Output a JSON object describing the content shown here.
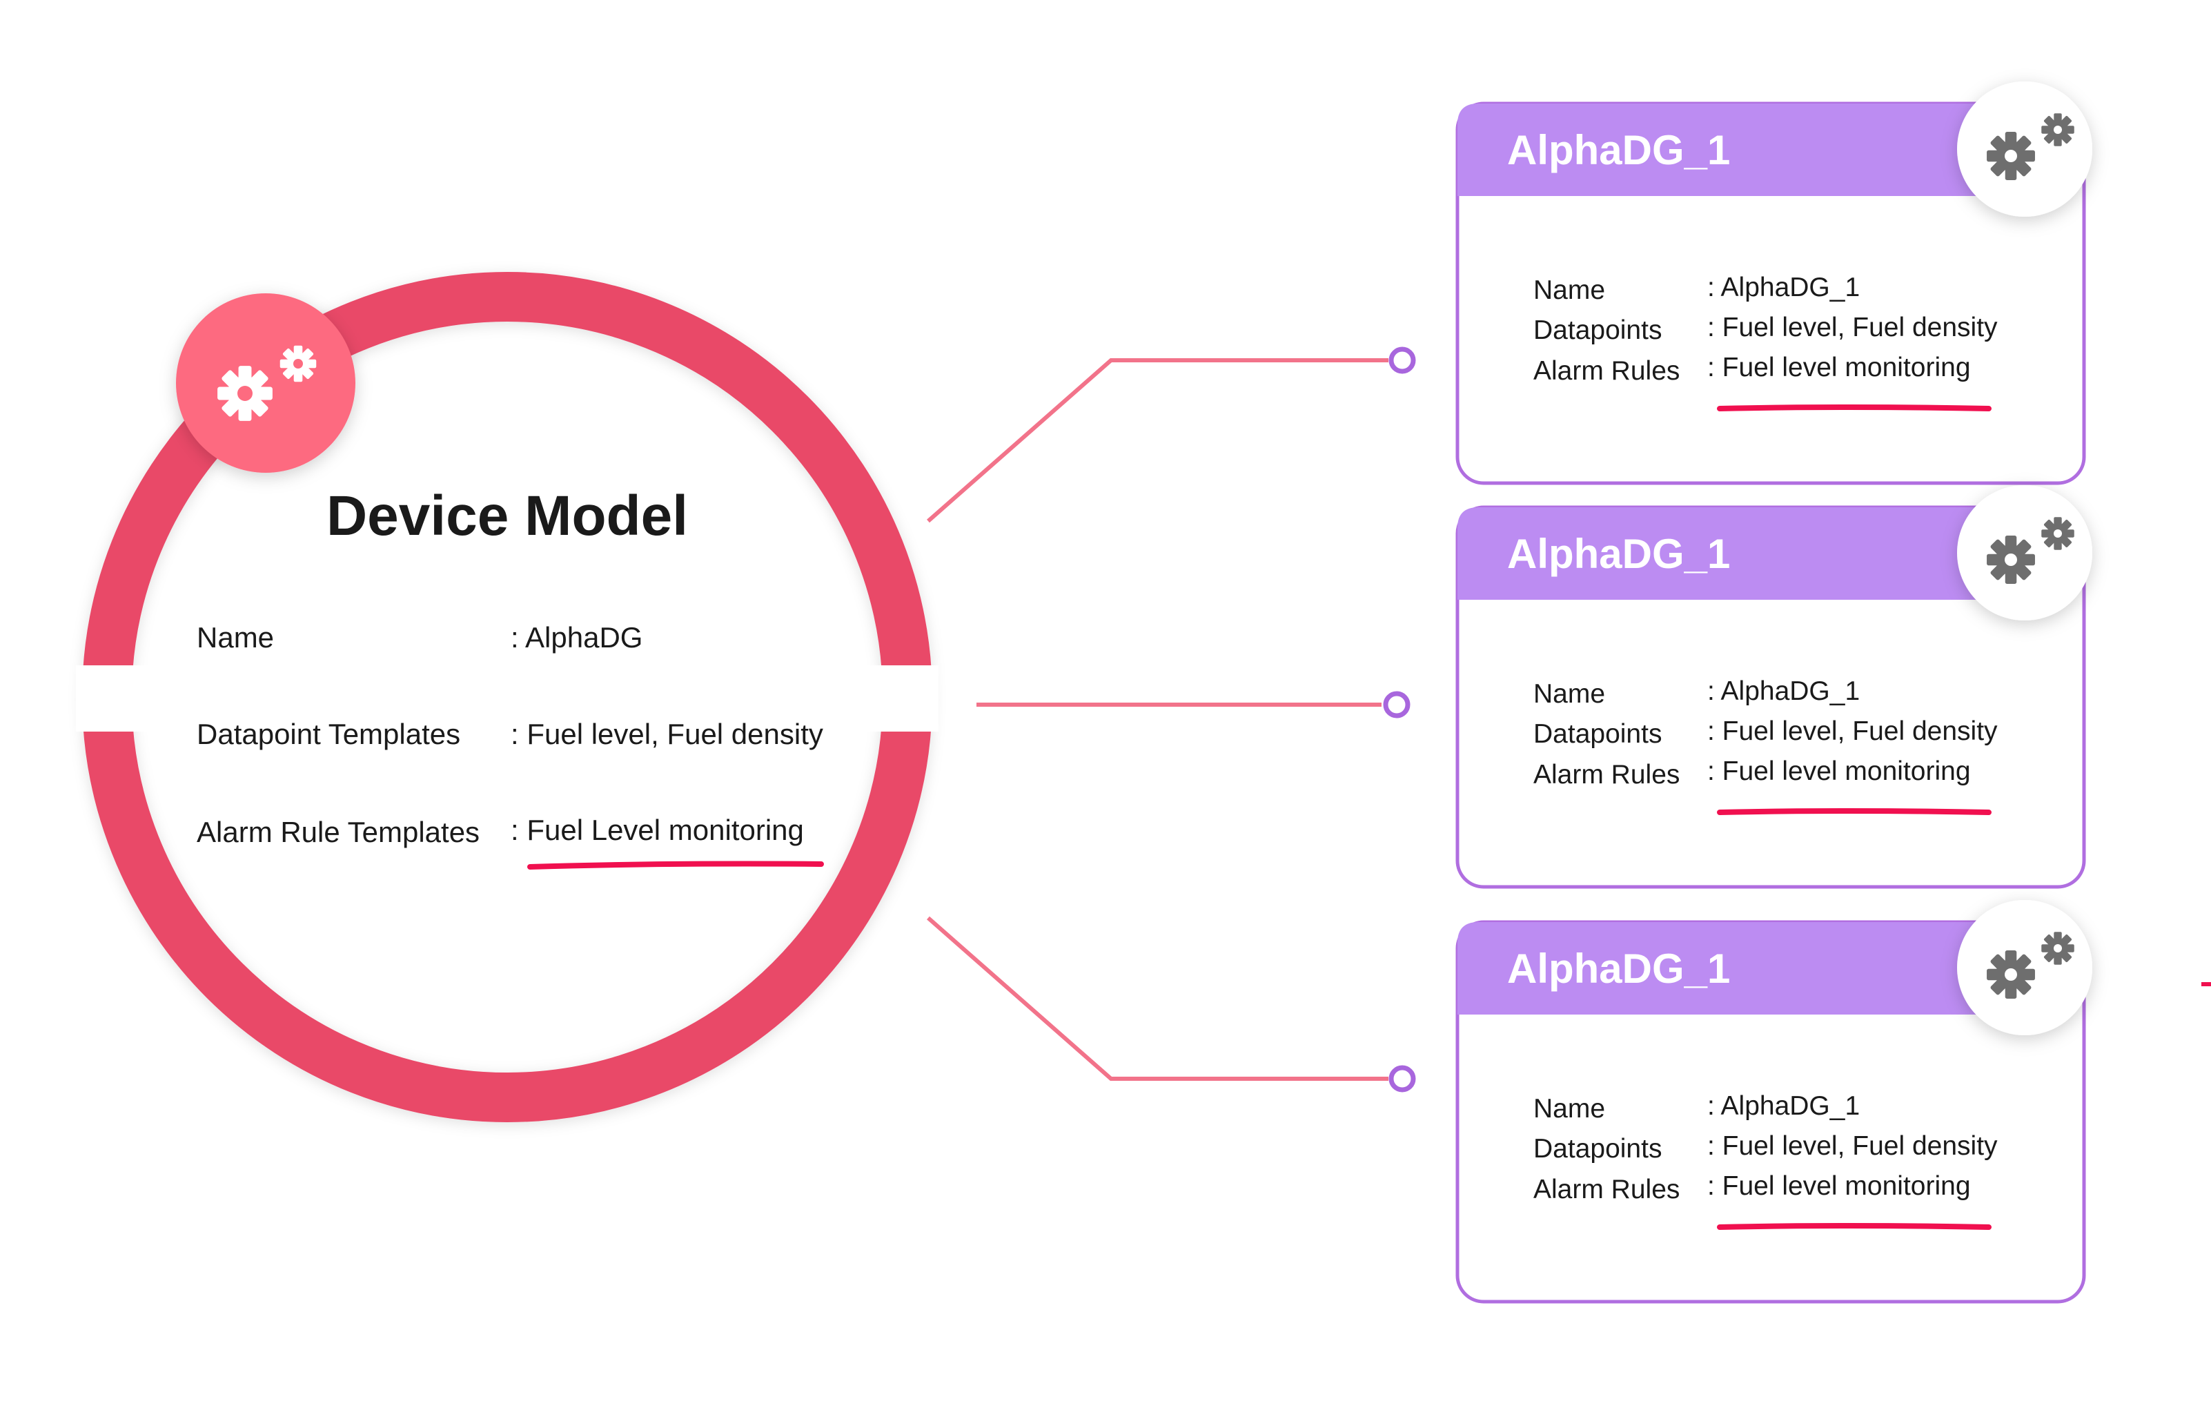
{
  "device_model": {
    "title": "Device Model",
    "fields": [
      {
        "label": "Name",
        "value": ": AlphaDG",
        "underlined": false
      },
      {
        "label": "Datapoint Templates",
        "value": ": Fuel level, Fuel density",
        "underlined": false
      },
      {
        "label": "Alarm Rule Templates",
        "value": ": Fuel Level monitoring",
        "underlined": true
      }
    ]
  },
  "instances": [
    {
      "title": "AlphaDG_1",
      "fields": [
        {
          "label": "Name",
          "value": ": AlphaDG_1"
        },
        {
          "label": "Datapoints",
          "value": ": Fuel level, Fuel density"
        },
        {
          "label": "Alarm Rules",
          "value": ": Fuel level monitoring"
        }
      ]
    },
    {
      "title": "AlphaDG_1",
      "fields": [
        {
          "label": "Name",
          "value": ": AlphaDG_1"
        },
        {
          "label": "Datapoints",
          "value": ": Fuel level, Fuel density"
        },
        {
          "label": "Alarm Rules",
          "value": ": Fuel level monitoring"
        }
      ]
    },
    {
      "title": "AlphaDG_1",
      "fields": [
        {
          "label": "Name",
          "value": ": AlphaDG_1"
        },
        {
          "label": "Datapoints",
          "value": ": Fuel level, Fuel density"
        },
        {
          "label": "Alarm Rules",
          "value": ": Fuel level monitoring"
        }
      ]
    }
  ],
  "icons": {
    "model_icon": "gears-icon",
    "card_icon": "gears-icon"
  },
  "colors": {
    "ring": "#e94868",
    "ring_badge": "#fd6b80",
    "connector": "#f2738a",
    "connector_dot": "#a866dd",
    "card_header": "#bc8cf2",
    "card_border": "#b06ee0",
    "underline": "#f0104f",
    "gear_light": "#ffffff",
    "gear_dark": "#6e6e6e",
    "text": "#1a1a1a"
  }
}
